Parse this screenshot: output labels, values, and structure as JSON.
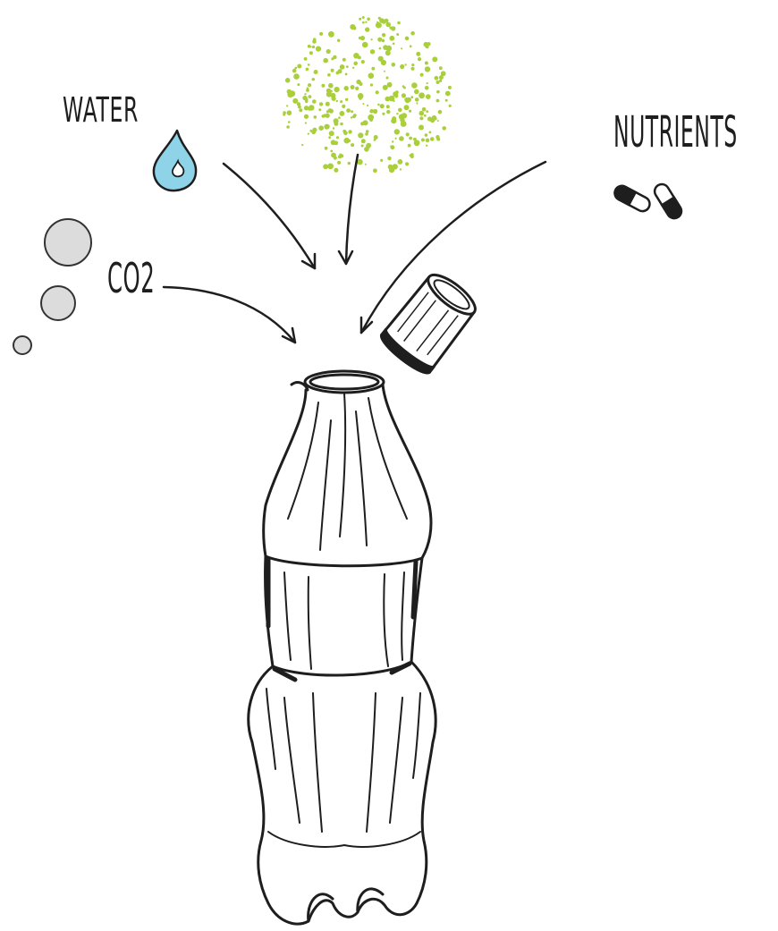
{
  "labels": {
    "water": "WATER",
    "nutrients": "NUTRIENTS",
    "co2": "CO2"
  },
  "colors": {
    "ink": "#1e1e1e",
    "water_drop": "#8fd3e8",
    "spores": "#a9cf3a",
    "bubble_fill": "#dcdcdc",
    "bubble_stroke": "#333333"
  },
  "icons": {
    "water": "water-drop-icon",
    "nutrients": "capsule-pills-icon",
    "co2": "co2-bubbles-icon",
    "spores": "green-spores-icon",
    "cap": "bottle-cap-icon",
    "bottle": "plastic-bottle-icon"
  }
}
